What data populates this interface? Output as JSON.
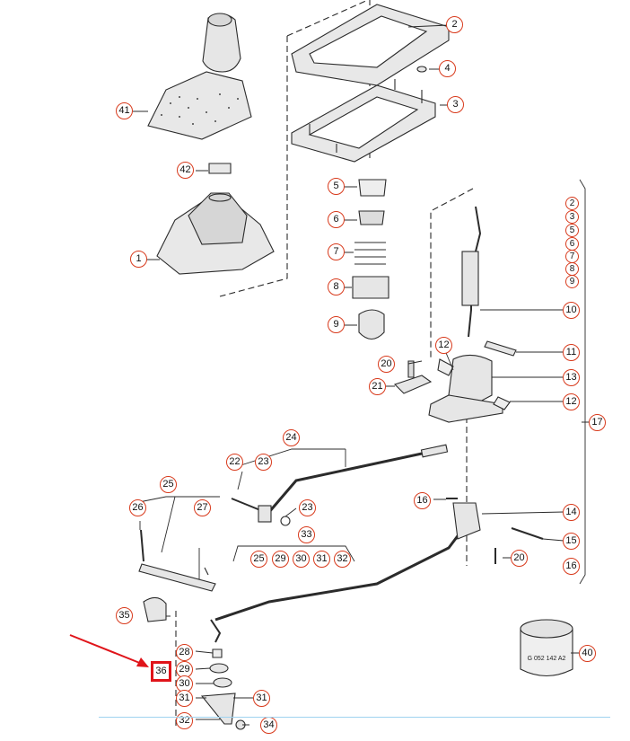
{
  "callouts": {
    "c1": "1",
    "c2": "2",
    "c3": "3",
    "c4": "4",
    "c5": "5",
    "c6": "6",
    "c7": "7",
    "c8": "8",
    "c9": "9",
    "c10": "10",
    "c11": "11",
    "c12a": "12",
    "c12b": "12",
    "c13": "13",
    "c14": "14",
    "c15": "15",
    "c16a": "16",
    "c16b": "16",
    "c17": "17",
    "c20a": "20",
    "c20b": "20",
    "c21": "21",
    "c22": "22",
    "c23a": "23",
    "c23b": "23",
    "c24": "24",
    "c25a": "25",
    "c25b": "25",
    "c26": "26",
    "c27": "27",
    "c28": "28",
    "c29a": "29",
    "c29b": "29",
    "c30a": "30",
    "c30b": "30",
    "c31a": "31",
    "c31b": "31",
    "c31c": "31",
    "c32a": "32",
    "c32b": "32",
    "c33": "33",
    "c34": "34",
    "c35": "35",
    "c36": "36",
    "c40": "40",
    "c41": "41",
    "c42": "42",
    "s2": "2",
    "s3": "3",
    "s5": "5",
    "s6": "6",
    "s7": "7",
    "s8": "8",
    "s9": "9"
  },
  "ring_label": "G 052 142 A2",
  "colors": {
    "callout_border": "#d83a1c",
    "highlight": "#e0141a",
    "line": "#2b2b2b",
    "part_fill": "#e6e6e6",
    "rule": "#9fd3f0"
  }
}
